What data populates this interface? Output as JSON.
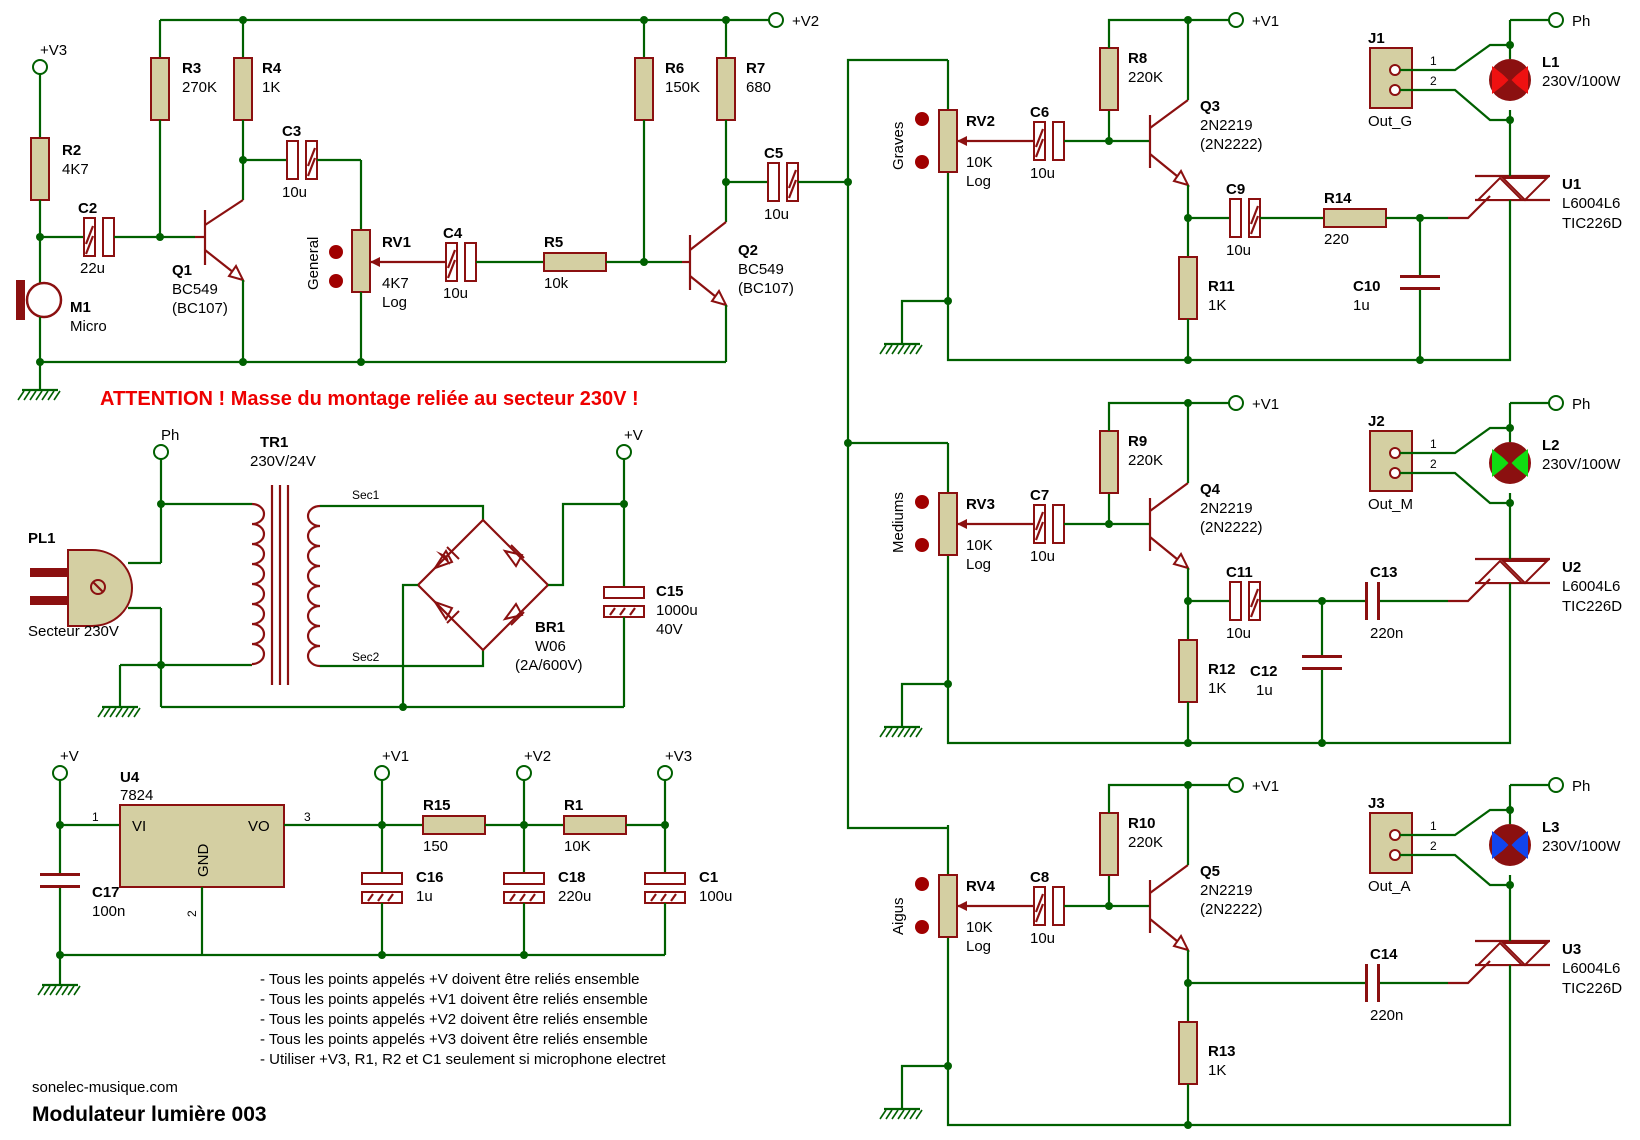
{
  "supply_labels": {
    "v": "+V",
    "v1": "+V1",
    "v2": "+V2",
    "v3": "+V3",
    "ph": "Ph"
  },
  "warning": "ATTENTION ! Masse du montage reliée au secteur 230V !",
  "site": "sonelec-musique.com",
  "title": "Modulateur lumière 003",
  "notes": [
    "- Tous les points appelés +V doivent être reliés ensemble",
    "- Tous les points appelés +V1 doivent être reliés ensemble",
    "- Tous les points appelés +V2 doivent être reliés ensemble",
    "- Tous les points appelés +V3 doivent être reliés ensemble",
    "- Utiliser +V3, R1, R2 et C1 seulement si microphone electret"
  ],
  "preamp": {
    "R2": {
      "ref": "R2",
      "val": "4K7"
    },
    "R3": {
      "ref": "R3",
      "val": "270K"
    },
    "R4": {
      "ref": "R4",
      "val": "1K"
    },
    "R5": {
      "ref": "R5",
      "val": "10k"
    },
    "R6": {
      "ref": "R6",
      "val": "150K"
    },
    "R7": {
      "ref": "R7",
      "val": "680"
    },
    "C2": {
      "ref": "C2",
      "val": "22u"
    },
    "C3": {
      "ref": "C3",
      "val": "10u"
    },
    "C4": {
      "ref": "C4",
      "val": "10u"
    },
    "C5": {
      "ref": "C5",
      "val": "10u"
    },
    "Q1": {
      "ref": "Q1",
      "val": "BC549",
      "alt": "(BC107)"
    },
    "Q2": {
      "ref": "Q2",
      "val": "BC549",
      "alt": "(BC107)"
    },
    "M1": {
      "ref": "M1",
      "val": "Micro"
    },
    "RV1": {
      "ref": "RV1",
      "val": "4K7",
      "taper": "Log",
      "side": "General"
    }
  },
  "channels": [
    {
      "rv": "RV2",
      "rv_val": "10K",
      "taper": "Log",
      "side": "Graves",
      "c_in": "C6",
      "c_in_val": "10u",
      "rb": "R8",
      "rb_val": "220K",
      "q": "Q3",
      "q_val": "2N2219",
      "q_alt": "(2N2222)",
      "re": "R11",
      "re_val": "1K",
      "j": "J1",
      "j_val": "Out_G",
      "pin1": "1",
      "pin2": "2",
      "lamp": "L1",
      "lamp_val": "230V/100W",
      "lamp_color": "#ee1111",
      "u": "U1",
      "u_val": "L6004L6",
      "u_alt": "TIC226D",
      "c_out": "C9",
      "c_out_val": "10u",
      "r14": "R14",
      "r14_val": "220",
      "c_f": "C10",
      "c_f_val": "1u"
    },
    {
      "rv": "RV3",
      "rv_val": "10K",
      "taper": "Log",
      "side": "Mediums",
      "c_in": "C7",
      "c_in_val": "10u",
      "rb": "R9",
      "rb_val": "220K",
      "q": "Q4",
      "q_val": "2N2219",
      "q_alt": "(2N2222)",
      "re": "R12",
      "re_val": "1K",
      "j": "J2",
      "j_val": "Out_M",
      "pin1": "1",
      "pin2": "2",
      "lamp": "L2",
      "lamp_val": "230V/100W",
      "lamp_color": "#11dd11",
      "u": "U2",
      "u_val": "L6004L6",
      "u_alt": "TIC226D",
      "c_out": "C11",
      "c_out_val": "10u",
      "c_f": "C12",
      "c_f_val": "1u",
      "c_g": "C13",
      "c_g_val": "220n"
    },
    {
      "rv": "RV4",
      "rv_val": "10K",
      "taper": "Log",
      "side": "Aigus",
      "c_in": "C8",
      "c_in_val": "10u",
      "rb": "R10",
      "rb_val": "220K",
      "q": "Q5",
      "q_val": "2N2219",
      "q_alt": "(2N2222)",
      "re": "R13",
      "re_val": "1K",
      "j": "J3",
      "j_val": "Out_A",
      "pin1": "1",
      "pin2": "2",
      "lamp": "L3",
      "lamp_val": "230V/100W",
      "lamp_color": "#1144ee",
      "u": "U3",
      "u_val": "L6004L6",
      "u_alt": "TIC226D",
      "c_g": "C14",
      "c_g_val": "220n"
    }
  ],
  "psu": {
    "PL1": {
      "ref": "PL1",
      "val": "Secteur 230V"
    },
    "TR1": {
      "ref": "TR1",
      "val": "230V/24V",
      "sec1": "Sec1",
      "sec2": "Sec2"
    },
    "BR1": {
      "ref": "BR1",
      "val": "W06",
      "alt": "(2A/600V)"
    },
    "C15": {
      "ref": "C15",
      "val": "1000u",
      "volt": "40V"
    }
  },
  "regulator": {
    "U4": {
      "ref": "U4",
      "val": "7824",
      "vi": "VI",
      "vo": "VO",
      "gnd": "GND",
      "pin1": "1",
      "pin2": "2",
      "pin3": "3"
    },
    "C17": {
      "ref": "C17",
      "val": "100n"
    },
    "R15": {
      "ref": "R15",
      "val": "150"
    },
    "R1": {
      "ref": "R1",
      "val": "10K"
    },
    "C16": {
      "ref": "C16",
      "val": "1u"
    },
    "C18": {
      "ref": "C18",
      "val": "220u"
    },
    "C1": {
      "ref": "C1",
      "val": "100u"
    }
  }
}
